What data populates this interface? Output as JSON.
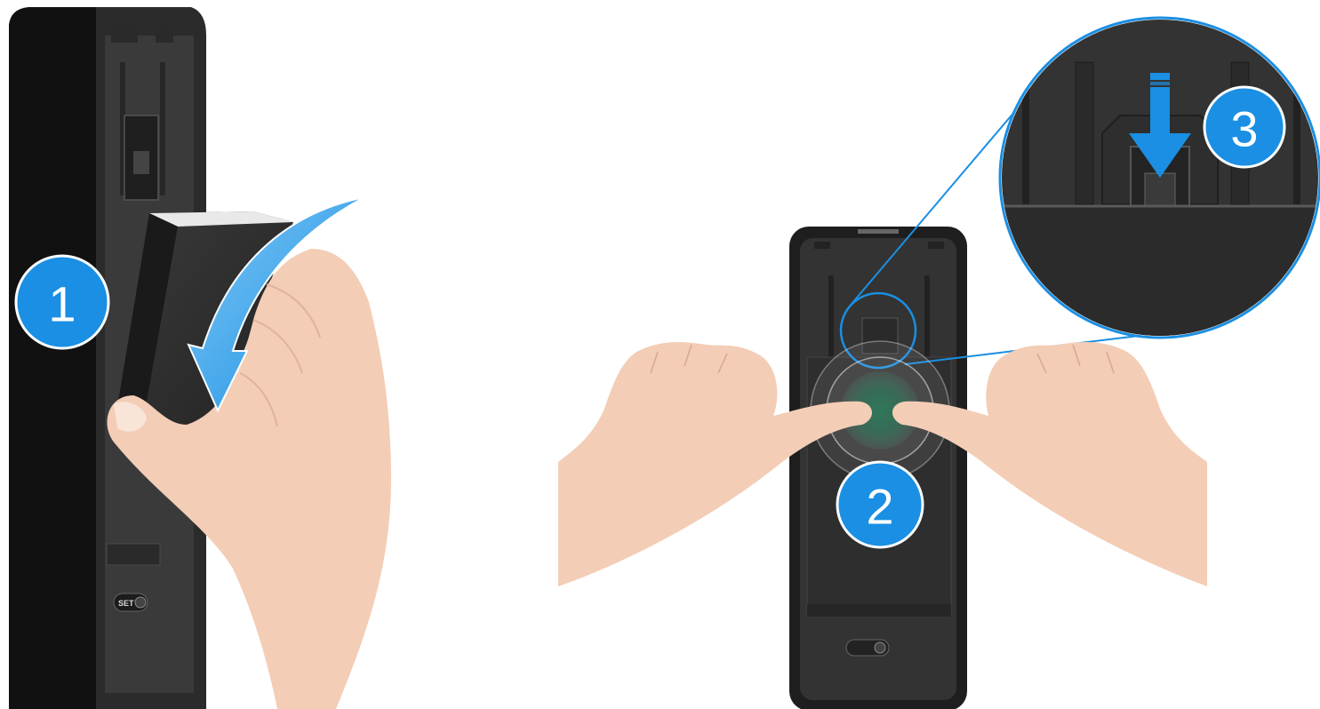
{
  "diagram": {
    "accent_color": "#1a8fe3",
    "device_color": "#2a2a2a",
    "skin_color": "#f3cdb6",
    "steps": [
      {
        "label": "1",
        "action": "tilt-cover-down"
      },
      {
        "label": "2",
        "action": "press-center-with-thumbs"
      },
      {
        "label": "3",
        "action": "latch-slides-down"
      }
    ],
    "button_label": "SET"
  }
}
